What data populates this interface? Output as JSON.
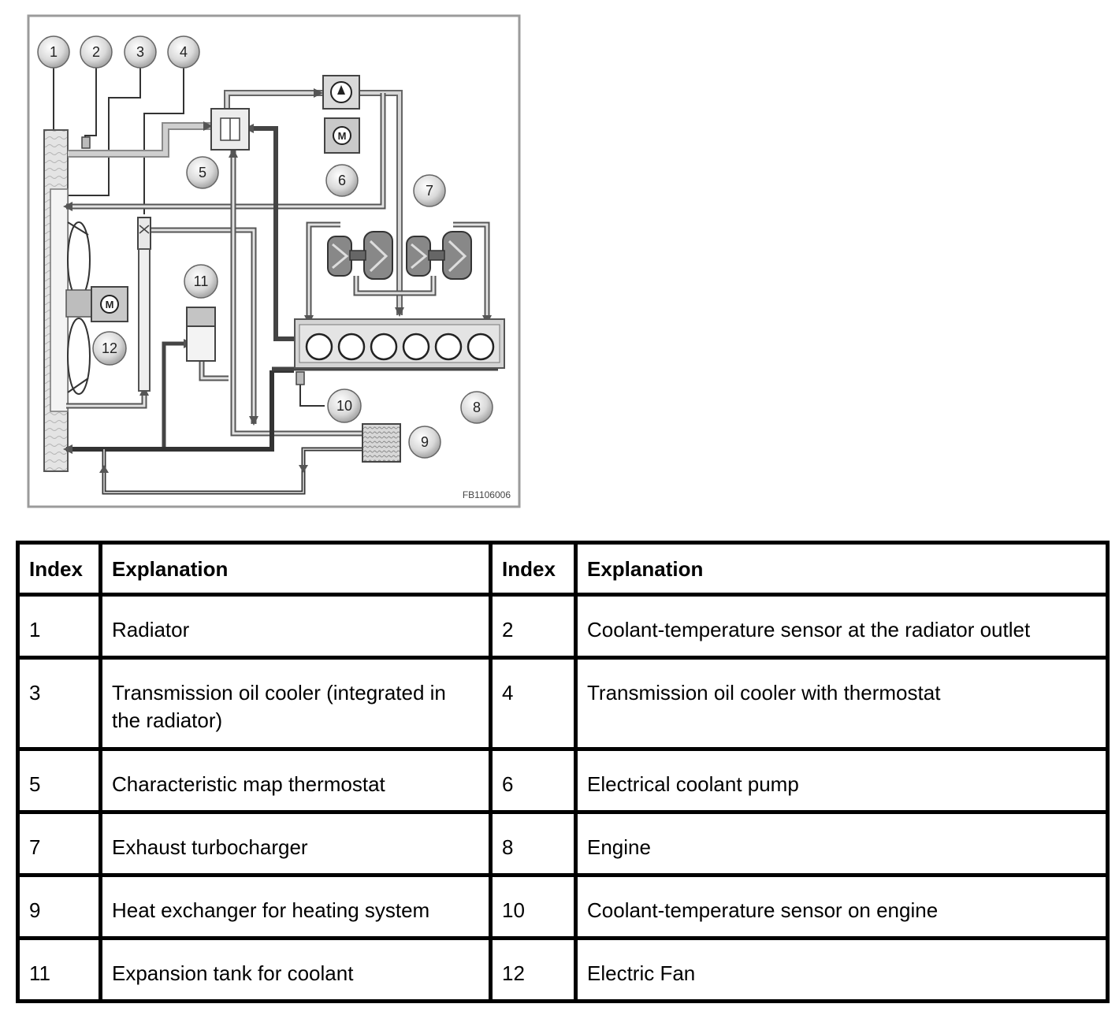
{
  "diagram": {
    "figure_id": "FB1106006",
    "motor_label": "M",
    "callouts": [
      "1",
      "2",
      "3",
      "4",
      "5",
      "6",
      "7",
      "8",
      "9",
      "10",
      "11",
      "12"
    ]
  },
  "table": {
    "headers": [
      "Index",
      "Explanation",
      "Index",
      "Explanation"
    ],
    "rows": [
      [
        {
          "index": "1",
          "explanation": "Radiator"
        },
        {
          "index": "2",
          "explanation": "Coolant-temperature sensor at the radiator outlet"
        }
      ],
      [
        {
          "index": "3",
          "explanation": "Transmission oil cooler (integrated in the radiator)"
        },
        {
          "index": "4",
          "explanation": "Transmission oil cooler with thermostat"
        }
      ],
      [
        {
          "index": "5",
          "explanation": "Characteristic map thermostat"
        },
        {
          "index": "6",
          "explanation": "Electrical coolant pump"
        }
      ],
      [
        {
          "index": "7",
          "explanation": "Exhaust turbocharger"
        },
        {
          "index": "8",
          "explanation": "Engine"
        }
      ],
      [
        {
          "index": "9",
          "explanation": "Heat exchanger for heating system"
        },
        {
          "index": "10",
          "explanation": "Coolant-temperature sensor on engine"
        }
      ],
      [
        {
          "index": "11",
          "explanation": "Expansion tank for coolant"
        },
        {
          "index": "12",
          "explanation": "Electric Fan"
        }
      ]
    ]
  }
}
